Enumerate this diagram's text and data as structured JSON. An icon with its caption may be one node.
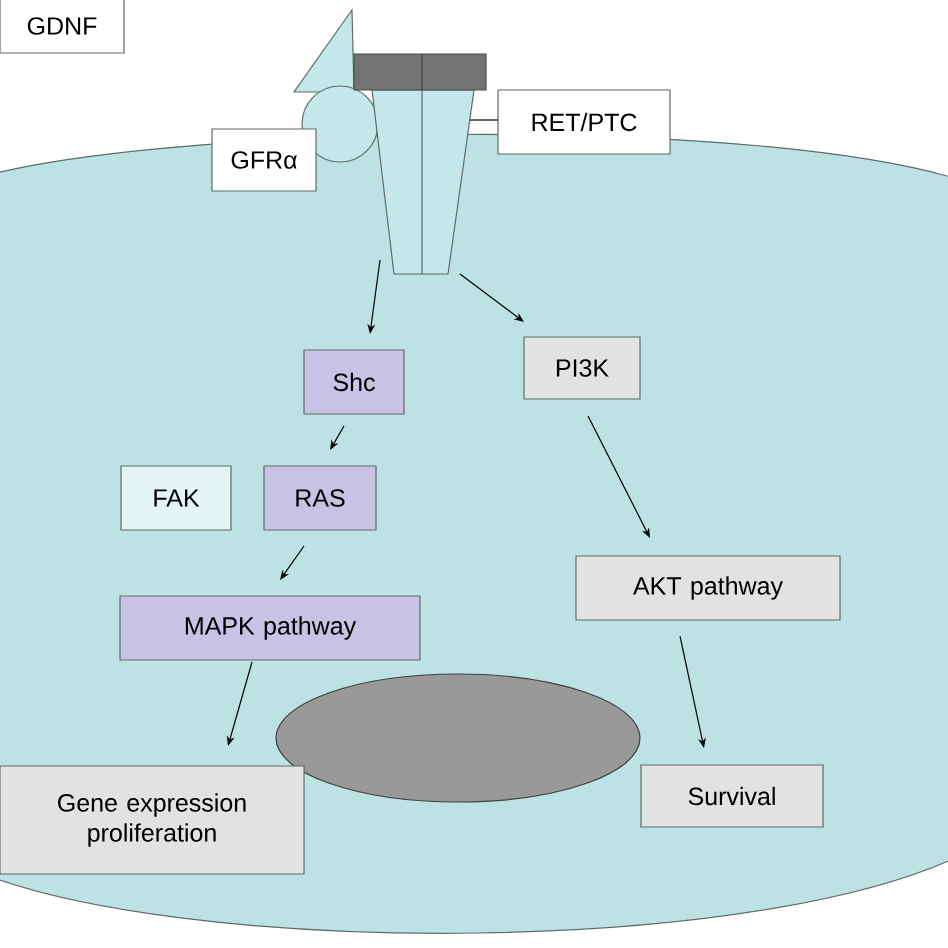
{
  "diagram": {
    "nodes": [
      {
        "text": [
          "GDNF"
        ]
      },
      {
        "text": [
          "GFRα"
        ]
      },
      {
        "text": [
          "RET/PTC"
        ]
      },
      {
        "text": [
          "Shc"
        ]
      },
      {
        "text": [
          "PI3K"
        ]
      },
      {
        "text": [
          "FAK"
        ]
      },
      {
        "text": [
          "RAS"
        ]
      },
      {
        "text": [
          "MAPK pathway"
        ]
      },
      {
        "text": [
          "AKT pathway"
        ]
      },
      {
        "text": [
          "Gene expression proliferation"
        ]
      },
      {
        "text": [
          "Survival"
        ]
      },
      {
        "text": [],
        "shape": "box"
      }
    ],
    "edges": [
      {
        "from": 2,
        "to": 11,
        "arrow": "none"
      },
      {
        "from": 11,
        "to": 3,
        "arrow": "to"
      },
      {
        "from": 11,
        "to": 4,
        "arrow": "to"
      },
      {
        "from": 3,
        "to": 6,
        "arrow": "to"
      },
      {
        "from": 6,
        "to": 7,
        "arrow": "to"
      },
      {
        "from": 7,
        "to": 9,
        "arrow": "to"
      },
      {
        "from": 4,
        "to": 8,
        "arrow": "to"
      },
      {
        "from": 8,
        "to": 10,
        "arrow": "to"
      }
    ]
  }
}
